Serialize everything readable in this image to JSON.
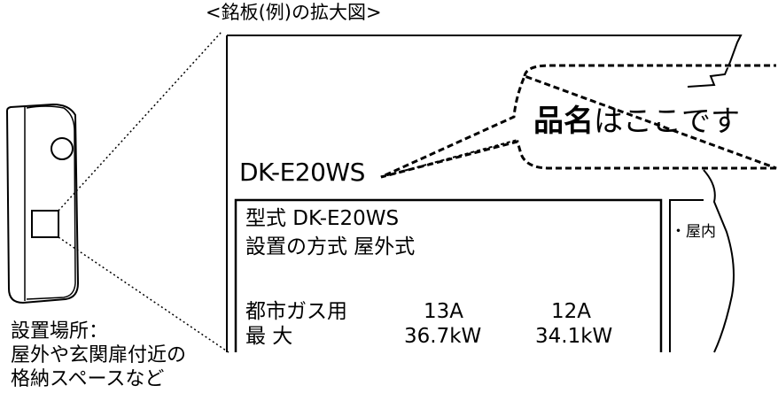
{
  "title": "<銘板(例)の拡大図>",
  "nameplate": {
    "model_heading": "DK-E20WS",
    "callout": {
      "strong": "品名",
      "rest": "はここです"
    },
    "model_line": "型式 DK-E20WS",
    "install_line": "設置の方式  屋外式",
    "gas_label": "都市ガス用",
    "gas_13a": "13A",
    "gas_12a": "12A",
    "max_label": "最  大",
    "max_13a": "36.7kW",
    "max_12a": "34.1kW",
    "side_panel_label": "・屋内"
  },
  "location_note": [
    "設置場所：",
    "屋外や玄関扉付近の",
    "格納スペースなど"
  ]
}
